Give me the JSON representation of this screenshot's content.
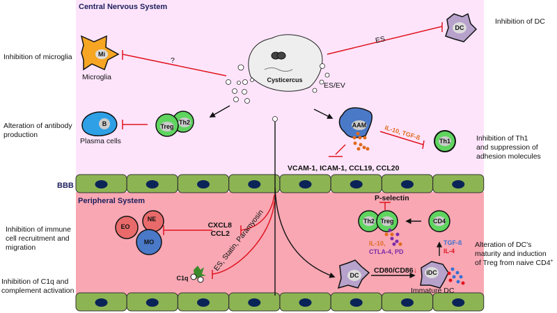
{
  "regions": {
    "cns": "Central Nervous System",
    "bbb": "BBB",
    "peripheral": "Peripheral System"
  },
  "side_labels": {
    "microglia": "Inhibition of microglia",
    "antibody": [
      "Alteration of antibody",
      "production"
    ],
    "dc": "Inhibition of DC",
    "th1": [
      "Inhibition of Th1",
      "and suppression of",
      "adhesion molecules"
    ],
    "recruitment": [
      "Inhibition of immune",
      "cell recruitment and",
      "migration"
    ],
    "c1q": [
      "Inhibition of C1q and",
      "complement activation"
    ],
    "treg": [
      "Alteration of DC's",
      "maturity and induction",
      "of Treg from naive CD4",
      "+"
    ]
  },
  "cells": {
    "mi": "Mi",
    "microglia": "Microglia",
    "b": "B",
    "plasma": "Plasma cells",
    "treg": "Treg",
    "th2": "Th2",
    "dc": "DC",
    "aam": "AAM",
    "th1": "Th1",
    "cysticercus": "Cysticercus",
    "eo": "EO",
    "ne": "NE",
    "mo": "MO",
    "c1q": "C1q",
    "dc2": "DC",
    "idc": "iDC",
    "immature": "Immature DC",
    "cd4": "CD4",
    "th2b": "Th2",
    "tregb": "Treg"
  },
  "annotations": {
    "question": "?",
    "es": "ES",
    "esev": "ES/EV",
    "il10_tgf": "IL-10, TGF-ß",
    "adhesion": "VCAM-1, ICAM-1, CCL19, CCL20",
    "cxcl8": "CXCL8",
    "ccl2": "CCL2",
    "es_statin": "ES, Statin, Paramyosin",
    "pselectin": "P-selectin",
    "il10": "IL-10,",
    "ctla4": "CTLA-4, PD",
    "tgfb": "TGF-ß",
    "il4": "IL-4",
    "cd80": "CD80/CD86"
  },
  "colors": {
    "cns_bg": "#fde4fb",
    "peripheral_bg": "#f8a7b3",
    "endothelium": "#8db453",
    "nucleus": "#0b2457",
    "inhibit": "#e0141e",
    "t_cell": "#5fd45f",
    "dc": "#b7a2cc",
    "aam": "#4a79c8",
    "plasma": "#2fa0e6",
    "microglia": "#f6a623",
    "orange_text": "#e06a1c",
    "purple_text": "#7a2aa8",
    "blue_text": "#3a6fd0"
  }
}
